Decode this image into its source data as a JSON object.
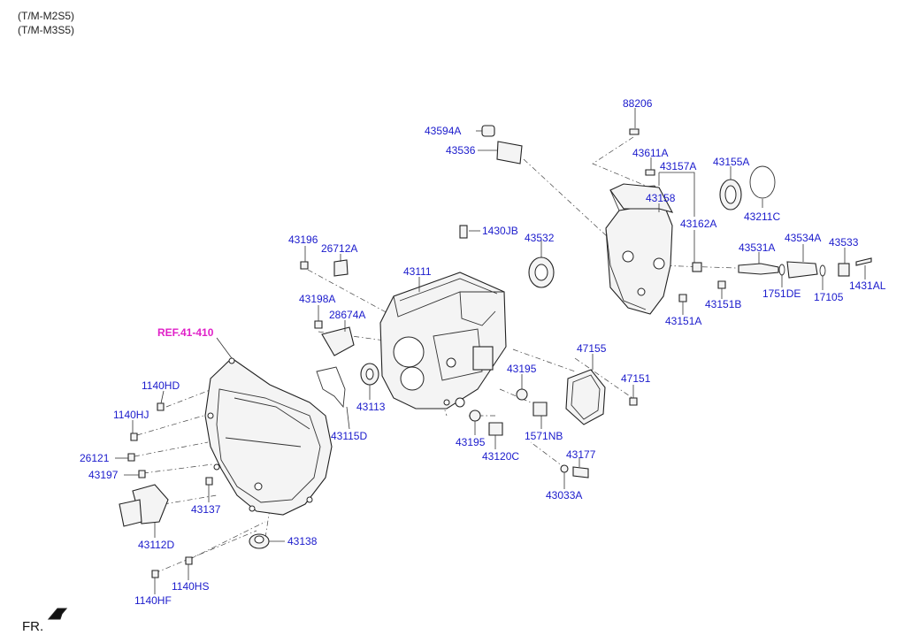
{
  "header": {
    "model_1": "(T/M-M2S5)",
    "model_2": "(T/M-M3S5)"
  },
  "reference": "REF.41-410",
  "direction": "FR.",
  "colors": {
    "label": "#1a1acc",
    "reference": "#e020c8"
  },
  "parts": [
    {
      "id": "p88206",
      "code": "88206"
    },
    {
      "id": "p43594A",
      "code": "43594A"
    },
    {
      "id": "p43536",
      "code": "43536"
    },
    {
      "id": "p43611A",
      "code": "43611A"
    },
    {
      "id": "p43157A",
      "code": "43157A"
    },
    {
      "id": "p43155A",
      "code": "43155A"
    },
    {
      "id": "p43158",
      "code": "43158"
    },
    {
      "id": "p43211C",
      "code": "43211C"
    },
    {
      "id": "p43162A",
      "code": "43162A"
    },
    {
      "id": "p1430JB",
      "code": "1430JB"
    },
    {
      "id": "p43532",
      "code": "43532"
    },
    {
      "id": "p43196",
      "code": "43196"
    },
    {
      "id": "p26712A",
      "code": "26712A"
    },
    {
      "id": "p43531A",
      "code": "43531A"
    },
    {
      "id": "p43534A",
      "code": "43534A"
    },
    {
      "id": "p43533",
      "code": "43533"
    },
    {
      "id": "p43111",
      "code": "43111"
    },
    {
      "id": "p1751DE",
      "code": "1751DE"
    },
    {
      "id": "p17105",
      "code": "17105"
    },
    {
      "id": "p1431AL",
      "code": "1431AL"
    },
    {
      "id": "p43151B",
      "code": "43151B"
    },
    {
      "id": "p43198A",
      "code": "43198A"
    },
    {
      "id": "p28674A",
      "code": "28674A"
    },
    {
      "id": "p43151A",
      "code": "43151A"
    },
    {
      "id": "p47155",
      "code": "47155"
    },
    {
      "id": "p43195a",
      "code": "43195"
    },
    {
      "id": "p47151",
      "code": "47151"
    },
    {
      "id": "p1140HD",
      "code": "1140HD"
    },
    {
      "id": "p43113",
      "code": "43113"
    },
    {
      "id": "p1140HJ",
      "code": "1140HJ"
    },
    {
      "id": "p43115D",
      "code": "43115D"
    },
    {
      "id": "p1571NB",
      "code": "1571NB"
    },
    {
      "id": "p43195b",
      "code": "43195"
    },
    {
      "id": "p26121",
      "code": "26121"
    },
    {
      "id": "p43177",
      "code": "43177"
    },
    {
      "id": "p43120C",
      "code": "43120C"
    },
    {
      "id": "p43197",
      "code": "43197"
    },
    {
      "id": "p43033A",
      "code": "43033A"
    },
    {
      "id": "p43137",
      "code": "43137"
    },
    {
      "id": "p43112D",
      "code": "43112D"
    },
    {
      "id": "p43138",
      "code": "43138"
    },
    {
      "id": "p1140HS",
      "code": "1140HS"
    },
    {
      "id": "p1140HF",
      "code": "1140HF"
    }
  ]
}
